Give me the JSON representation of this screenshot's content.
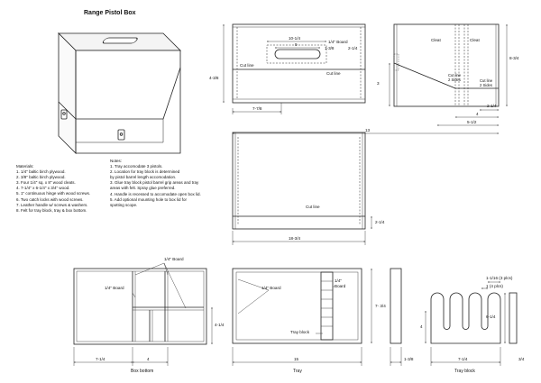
{
  "title": "Range Pistol Box",
  "materials": {
    "heading": "Materials:",
    "items": [
      "1. 1/4\" baltic birch plywood.",
      "2. 3/8\" baltic birch plywood.",
      "3. Four 1/4\" sq. x 8\" wood cleats.",
      "4. 7-1/4\" x 6-1/4\" x 3/4\" wood.",
      "5. 1\" continuous hinge with wood screws.",
      "6. Two catch locks with wood screws.",
      "7. Leather handle w/ screws & washers.",
      "8. Felt for tray block, tray & box bottom."
    ]
  },
  "notes": {
    "heading": "Notes:",
    "items": [
      "1. Tray accomodate 3 pistols.",
      "2. Location for tray block is determined",
      "by pistol barrel length accomodation.",
      "3. Glue tray block pistol barrel grip areas and tray",
      "areas with felt. Spray glue preferred.",
      "4. Handle is recessed to accomodate open box lid.",
      "5. Add optional mounting hole to box lid for",
      "spotting scope."
    ]
  },
  "front_view": {
    "dim_10_1_4": "10-1/4",
    "dim_9": "9",
    "board_label": "1/4\" Board",
    "dim_1_3_8": "1-3/8",
    "dim_2_1_4": "2-1/4",
    "cut_line_left": "Cut line",
    "cut_line_right": "Cut line",
    "dim_4_3_8": "4-3/8",
    "dim_7_7_8": "7-7/8"
  },
  "side_view": {
    "cleat_left": "Cleat",
    "cleat_right": "Cleat",
    "dim_8_3_4": "8-3/4",
    "dim_3": "3",
    "cut_line_a": "Cut line",
    "sides_a": "2 Sides",
    "cut_line_b": "Cut line",
    "sides_b": "2 Sides",
    "dim_2_1_4": "2-1/4",
    "dim_4": "4",
    "dim_5_1_2": "5-1/2",
    "dim_13": "13"
  },
  "top_view": {
    "cut_line": "Cut line",
    "dim_2_1_4": "2-1/4",
    "dim_18_3_4": "18-3/4"
  },
  "box_bottom": {
    "board_top": "1/4\" Board",
    "board_mid": "1/4\" Board",
    "dim_4_1_4": "4-1/4",
    "dim_7_1_4": "7-1/4",
    "dim_4": "4",
    "caption": "Box bottom"
  },
  "tray": {
    "board_left": "1/4\" Board",
    "board_right_1": "1/4\"",
    "board_right_2": "Board",
    "tray_block": "Tray block",
    "dim_7_3_4": "7- 3/4",
    "dim_15": "15",
    "caption": "Tray"
  },
  "tray_side": {
    "dim_1_3_8": "1-3/8"
  },
  "tray_block": {
    "dim_1_1_16": "1-1/16  (3 plcs)",
    "dim_1": "1  (4 plcs)",
    "dim_6_1_4": "6-1/4",
    "dim_4": "4",
    "dim_7_1_4": "7-1/4",
    "caption": "Tray block"
  },
  "block_side": {
    "dim_3_4": "3/4"
  }
}
